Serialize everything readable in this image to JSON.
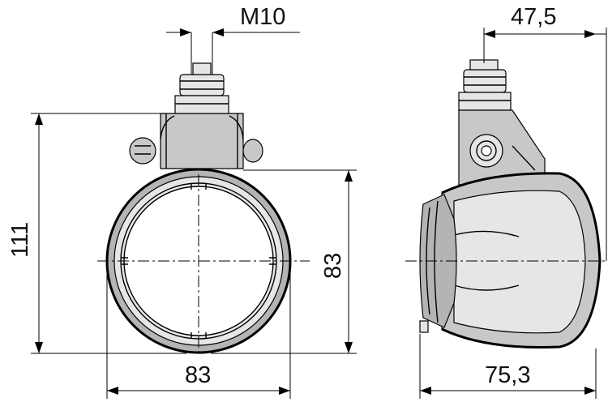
{
  "dimensions": {
    "thread": "M10",
    "height_total": "111",
    "lens_height": "83",
    "width_front": "83",
    "mount_offset": "47,5",
    "depth": "75,3"
  }
}
